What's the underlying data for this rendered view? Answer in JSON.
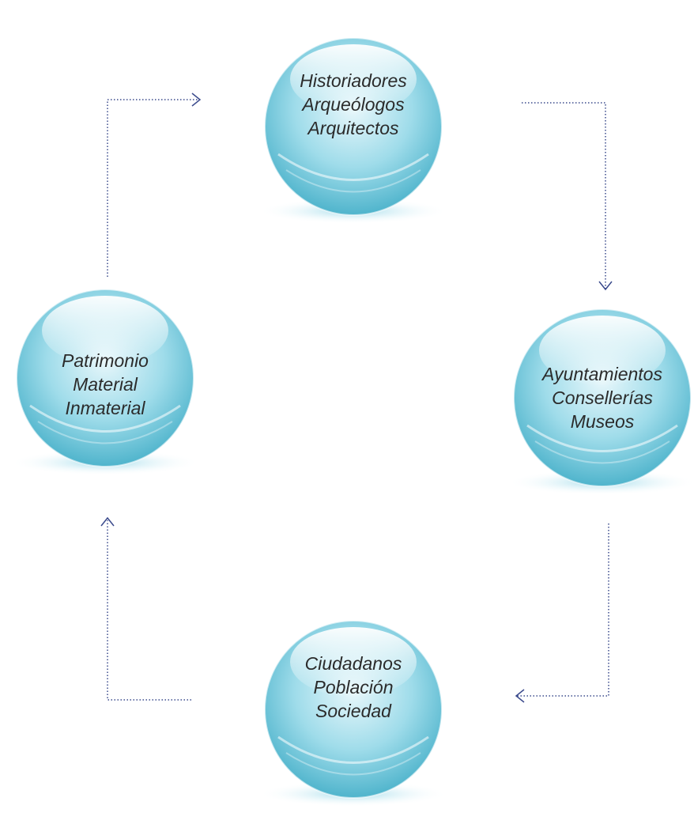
{
  "nodes": [
    {
      "id": "top",
      "lines": [
        "Historiadores",
        "Arqueólogos",
        "Arquitectos"
      ]
    },
    {
      "id": "right",
      "lines": [
        "Ayuntamientos",
        "Consellerías",
        "Museos"
      ]
    },
    {
      "id": "bottom",
      "lines": [
        "Ciudadanos",
        "Población",
        "Sociedad"
      ]
    },
    {
      "id": "left",
      "lines": [
        "Patrimonio",
        "Material",
        "Inmaterial"
      ]
    }
  ],
  "colors": {
    "sphere_light": "#e8f7fb",
    "sphere_mid": "#9fdcea",
    "sphere_dark": "#4fb4cc",
    "connector": "#3a4a8c",
    "text": "#2b2b2b"
  }
}
